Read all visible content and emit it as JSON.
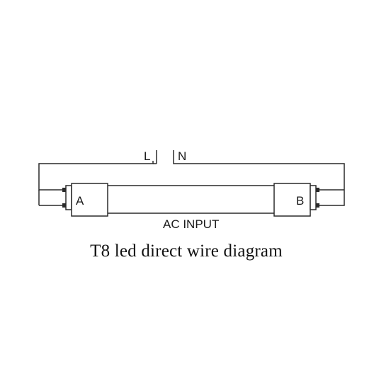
{
  "diagram": {
    "caption": "T8 led direct wire diagram",
    "line_label": "L",
    "neutral_label": "N",
    "end_a_label": "A",
    "end_b_label": "B",
    "input_label": "AC INPUT"
  }
}
